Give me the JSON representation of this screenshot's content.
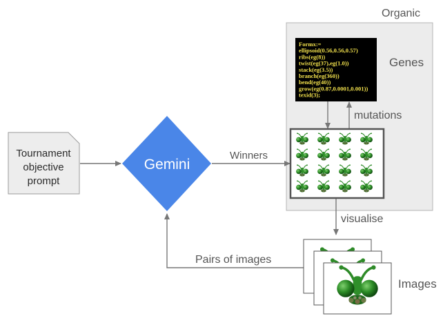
{
  "input_box": {
    "lines": [
      "Tournament",
      "objective",
      "prompt"
    ]
  },
  "model": {
    "label": "Gemini"
  },
  "edges": {
    "winners": "Winners",
    "mutations": "mutations",
    "visualise": "visualise",
    "pairs": "Pairs of images"
  },
  "organic": {
    "title": "Organic",
    "genes_label": "Genes",
    "code_lines": [
      "Formx:=",
      "ellipsoid(0.56,0.56,0.57)",
      "ribs(eg(8))",
      "twist(eg(37),eg(1.0))",
      "stack(eg(3.5))",
      "branch(eg(360))",
      "bend(eg(40))",
      "grow(eg(0.87,0.0001,0.001))",
      "texid(3);"
    ]
  },
  "images_label": "Images",
  "colors": {
    "gemini_blue": "#4a86e8",
    "panel_gray": "#ececec",
    "organism_green": "#2f8a2a",
    "code_yellow": "#f1e04c",
    "arrow_gray": "#777777"
  }
}
